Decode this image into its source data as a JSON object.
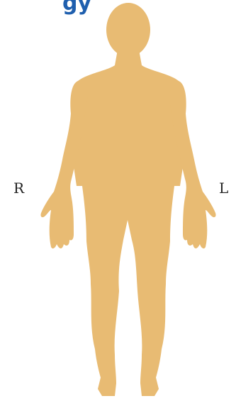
{
  "header": {
    "title_fragment": "gy",
    "title_color": "#1f5fae"
  },
  "figure": {
    "icon": "human-body-front-view",
    "fill_color": "#e8bb73"
  },
  "labels": {
    "right": "R",
    "left": "L",
    "color": "#222222"
  }
}
